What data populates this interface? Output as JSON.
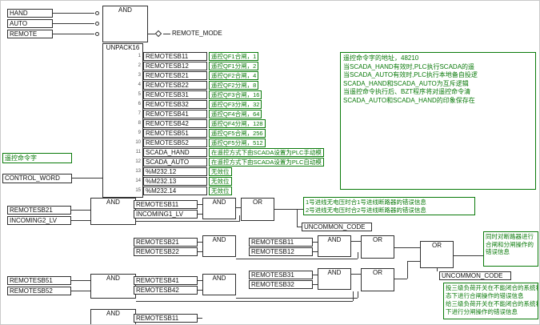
{
  "colors": {
    "green": "#0a7a0a",
    "wire": "#3a3a3a",
    "border": "#2f2f2f",
    "background": "#ffffff"
  },
  "gates": {
    "and": "AND",
    "or": "OR"
  },
  "top": {
    "inputs": [
      "HAND",
      "AUTO",
      "REMOTE"
    ],
    "and_label": "AND",
    "unpack_label": "UNPACK16",
    "remote_mode_label": "REMOTE_MODE"
  },
  "left_panel": {
    "command_word_label": "遥控命令字",
    "control_word": "CONTROL_WORD"
  },
  "unpack_rows": [
    {
      "pin": "1",
      "name": "REMOTESB11",
      "desc": "遥控QF1合闸，1"
    },
    {
      "pin": "2",
      "name": "REMOTESB12",
      "desc": "遥控QF1分闸，2"
    },
    {
      "pin": "3",
      "name": "REMOTESB21",
      "desc": "遥控QF2合闸，4"
    },
    {
      "pin": "4",
      "name": "REMOTESB22",
      "desc": "遥控QF2分闸，8"
    },
    {
      "pin": "5",
      "name": "REMOTESB31",
      "desc": "遥控QF3合闸，16"
    },
    {
      "pin": "6",
      "name": "REMOTESB32",
      "desc": "遥控QF3分闸，32"
    },
    {
      "pin": "7",
      "name": "REMOTESB41",
      "desc": "遥控QF4合闸，64"
    },
    {
      "pin": "8",
      "name": "REMOTESB42",
      "desc": "遥控QF4分闸，128"
    },
    {
      "pin": "9",
      "name": "REMOTESB51",
      "desc": "遥控QF5合闸，256"
    },
    {
      "pin": "10",
      "name": "REMOTESB52",
      "desc": "遥控QF5分闸，512"
    },
    {
      "pin": "11",
      "name": "SCADA_HAND",
      "desc": "在遥控方式下由SCADA设置为PLC手动模"
    },
    {
      "pin": "12",
      "name": "SCADA_AUTO",
      "desc": "在遥控方式下由SCADA设置为PLC自动模"
    },
    {
      "pin": "13",
      "name": "%M232.12",
      "desc": "无效位"
    },
    {
      "pin": "14",
      "name": "%M232.13",
      "desc": "无效位"
    },
    {
      "pin": "15",
      "name": "%M232.14",
      "desc": "无效位"
    }
  ],
  "annotation": [
    "遥控命令字的地址，48210",
    "当SCADA_HAND有效时,PLC执行SCADA的遥",
    "当SCADA_AUTO有效时,PLC执行本地备自投逻",
    "SCADA_HAND和SCADA_AUTO为互斥逻辑",
    "当遥控命令执行后、BZT程序将对遥控命令清",
    "SCADA_AUTO和SCADA_HAND的印象保存在"
  ],
  "group1": {
    "left_inputs": [
      "REMOTESB21",
      "INCOMING2_LV"
    ],
    "mid_inputs": [
      "REMOTESB11",
      "INCOMING1_LV"
    ],
    "note_lines": [
      "1号进线无电压时合1号进线断路器的错误信息",
      "2号进线无电压时合2号进线断路器的错误信息"
    ],
    "output": "UNCOMMON_CODE"
  },
  "group2": {
    "pair1": [
      "REMOTESB21",
      "REMOTESB22"
    ],
    "pair2": [
      "REMOTESB11",
      "REMOTESB12"
    ],
    "note": "同时对断路器进行合闸和分闸操作的错误信息",
    "output": "UNCOMMON_CODE"
  },
  "group3": {
    "left_pair": [
      "REMOTESB51",
      "REMOTESB52"
    ],
    "pair1": [
      "REMOTESB41",
      "REMOTESB42"
    ],
    "pair2": [
      "REMOTESB31",
      "REMOTESB32"
    ],
    "note_lines": [
      "投三级负荷开关在不能闭合的系统状",
      "态下进行合闸操作的错误信息",
      "给三级负荷开关在不能闭合的系统状态",
      "下进行分闸操作的错误信息"
    ]
  },
  "group4": {
    "input": "REMOTESB11"
  }
}
